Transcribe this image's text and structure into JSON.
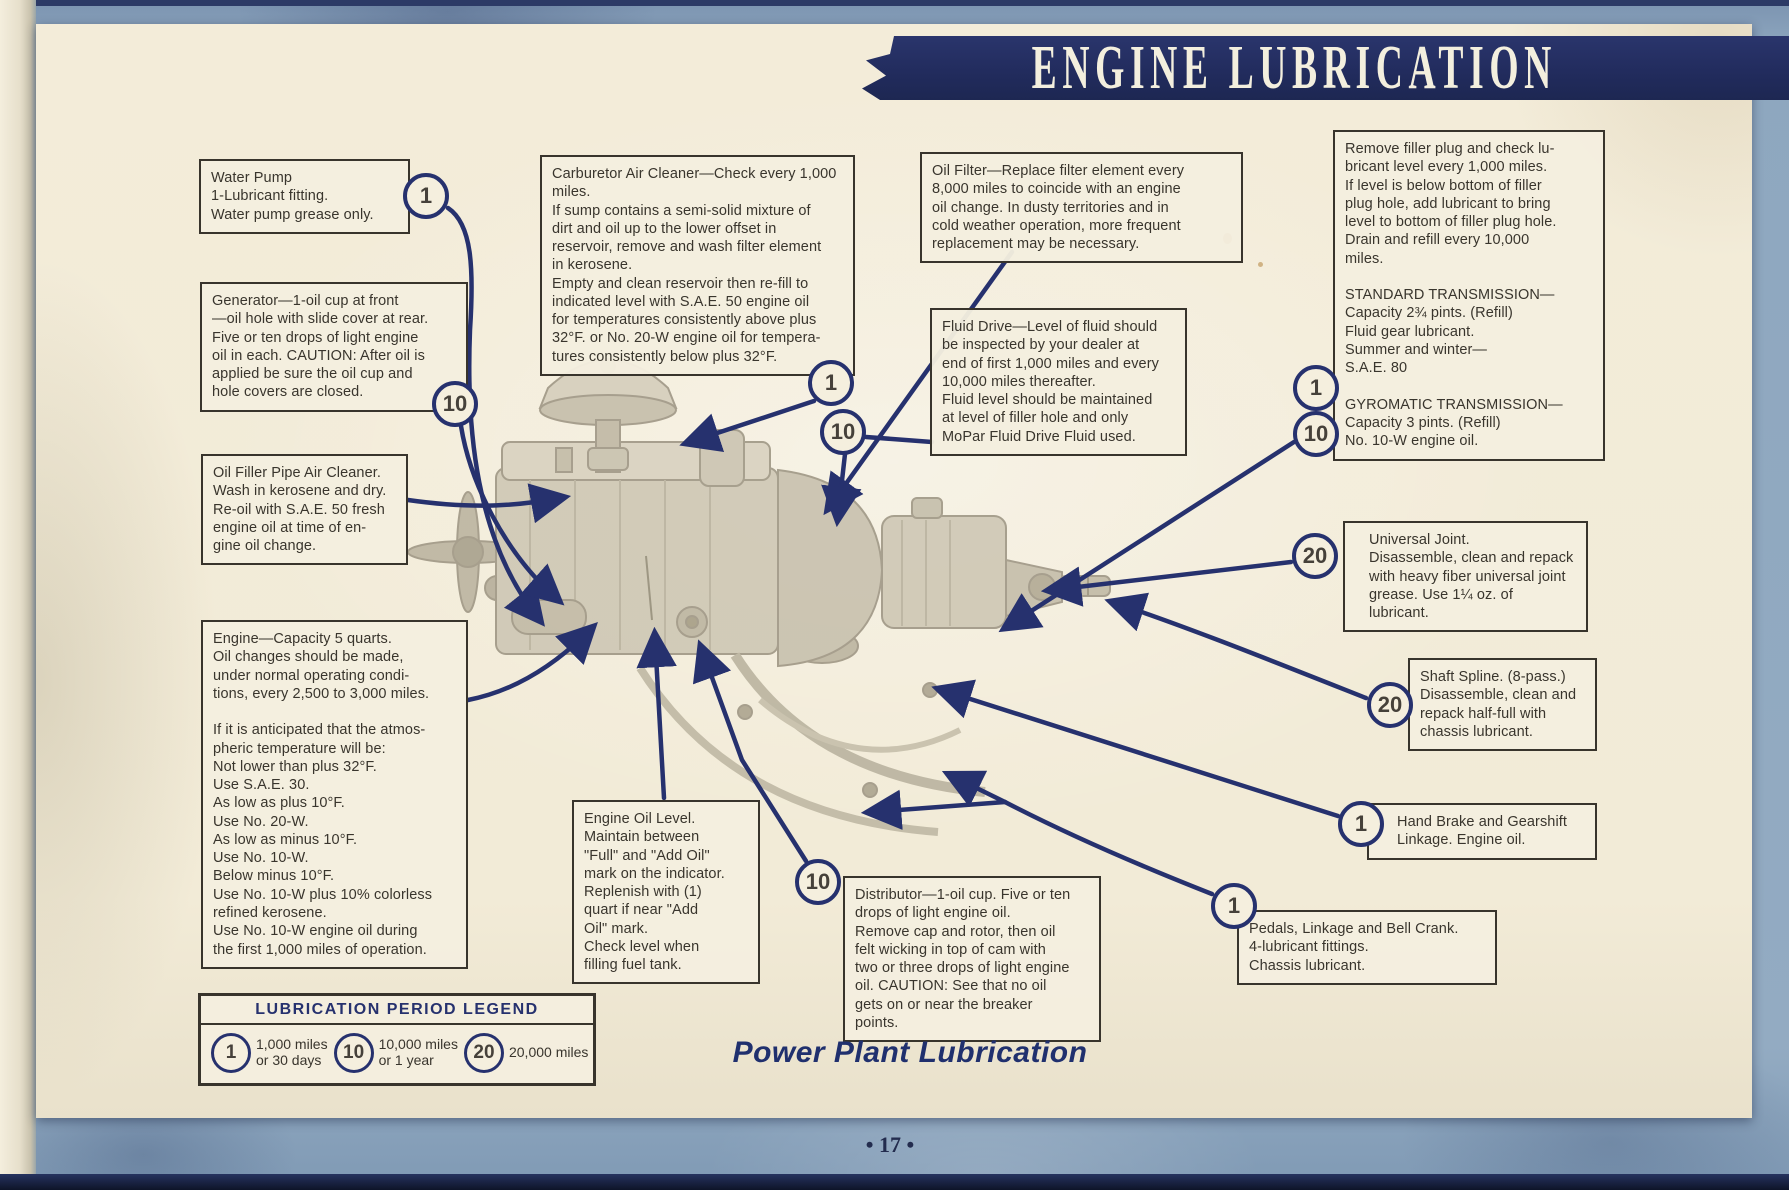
{
  "header": {
    "title": "ENGINE LUBRICATION"
  },
  "footer": {
    "caption": "Power Plant Lubrication",
    "page_number": "• 17 •"
  },
  "colors": {
    "navy": "#26316e",
    "paper": "#f3ecd9",
    "margin_blue": "#8ea7bf",
    "ink": "#39352d"
  },
  "legend": {
    "title": "LUBRICATION PERIOD LEGEND",
    "items": [
      {
        "symbol": "1",
        "label": "1,000 miles\nor 30 days"
      },
      {
        "symbol": "10",
        "label": "10,000 miles\nor 1 year"
      },
      {
        "symbol": "20",
        "label": "20,000 miles"
      }
    ]
  },
  "markers": {
    "wp1": "1",
    "gen10": "10",
    "carb1": "1",
    "fd10": "10",
    "trans1": "1",
    "trans10": "10",
    "uj20": "20",
    "ss20": "20",
    "hb1": "1",
    "ped1": "1",
    "dist10": "10"
  },
  "callouts": {
    "water_pump": "Water Pump\n1-Lubricant fitting.\nWater pump grease only.",
    "generator": "Generator—1-oil cup at front\n—oil hole with slide cover at rear.\nFive or ten drops of light engine\noil in each. CAUTION: After oil is\napplied be sure the oil cup and\nhole covers are closed.",
    "oil_filler_pipe": "Oil Filler Pipe Air Cleaner.\nWash in kerosene and dry.\nRe-oil with S.A.E. 50 fresh\nengine oil at time of en-\ngine oil change.",
    "engine_capacity": "Engine—Capacity 5 quarts.\nOil changes should be made,\nunder normal operating condi-\ntions, every 2,500 to 3,000 miles.\n\nIf it is anticipated that the atmos-\npheric temperature will be:\nNot lower than plus 32°F.\nUse S.A.E. 30.\nAs low as plus 10°F.\nUse No. 20-W.\nAs low as minus 10°F.\nUse No. 10-W.\nBelow minus 10°F.\nUse No. 10-W plus 10% colorless\nrefined kerosene.\nUse No. 10-W engine oil during\nthe first 1,000 miles of operation.",
    "carburetor_air_cleaner": "Carburetor Air Cleaner—Check every 1,000\nmiles.\nIf sump contains a semi-solid mixture of\ndirt and oil up to the lower offset in\nreservoir, remove and wash filter element\nin kerosene.\nEmpty and clean reservoir then re-fill to\nindicated level with S.A.E. 50 engine oil\nfor temperatures consistently above plus\n32°F. or No. 20-W engine oil for tempera-\ntures consistently below plus 32°F.",
    "oil_filter": "Oil Filter—Replace filter element every\n8,000 miles to coincide with an engine\noil change. In dusty territories and in\ncold weather operation, more frequent\nreplacement may be necessary.",
    "fluid_drive": "Fluid Drive—Level of fluid should\nbe inspected by your dealer at\nend of first 1,000 miles and every\n10,000 miles thereafter.\nFluid level should be maintained\nat level of filler hole and only\nMoPar Fluid Drive Fluid used.",
    "transmission": "Remove filler plug and check lu-\nbricant level every 1,000 miles.\nIf level is below bottom of filler\nplug hole, add lubricant to bring\nlevel to bottom of filler plug hole.\nDrain and refill every 10,000\nmiles.\n\nSTANDARD TRANSMISSION—\nCapacity 2¾ pints. (Refill)\nFluid gear lubricant.\nSummer and winter—\nS.A.E. 80\n\nGYROMATIC TRANSMISSION—\nCapacity 3 pints. (Refill)\nNo. 10-W engine oil.",
    "universal_joint": "Universal Joint.\nDisassemble, clean and repack\nwith heavy fiber universal joint\ngrease. Use 1¼ oz. of lubricant.",
    "shaft_spline": "Shaft Spline. (8-pass.)\nDisassemble, clean and\nrepack half-full with\nchassis lubricant.",
    "hand_brake": "Hand Brake and Gearshift\nLinkage. Engine oil.",
    "pedals": "Pedals, Linkage and Bell Crank.\n4-lubricant fittings.\nChassis lubricant.",
    "engine_oil_level": "Engine Oil Level.\nMaintain between\n\"Full\" and \"Add Oil\"\nmark on the indicator.\nReplenish with (1)\nquart if near \"Add\nOil\" mark.\nCheck level when\nfilling fuel tank.",
    "distributor": "Distributor—1-oil cup. Five or ten\ndrops of light engine oil.\nRemove cap and rotor, then oil\nfelt wicking in top of cam with\ntwo or three drops of light engine\noil. CAUTION: See that no oil\ngets on or near the breaker\npoints."
  }
}
